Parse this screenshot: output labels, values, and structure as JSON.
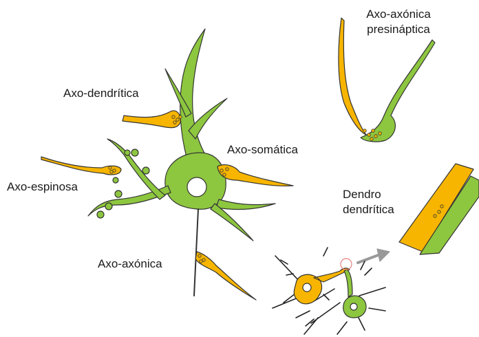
{
  "labels": {
    "axo_dendritica": "Axo-dendrítica",
    "axo_somatica": "Axo-somática",
    "axo_espinosa": "Axo-espinosa",
    "axo_axonica": "Axo-axónica",
    "axo_axonica_presinaptica_line1": "Axo-axónica",
    "axo_axonica_presinaptica_line2": "presináptica",
    "dendro_dendritica_line1": "Dendro",
    "dendro_dendritica_line2": "dendrítica"
  },
  "colors": {
    "postsynaptic_neuron": "#8dc63f",
    "presynaptic_axon": "#f7b500",
    "outline": "#333333",
    "arrow": "#999999",
    "highlight_circle": "#e88080"
  }
}
